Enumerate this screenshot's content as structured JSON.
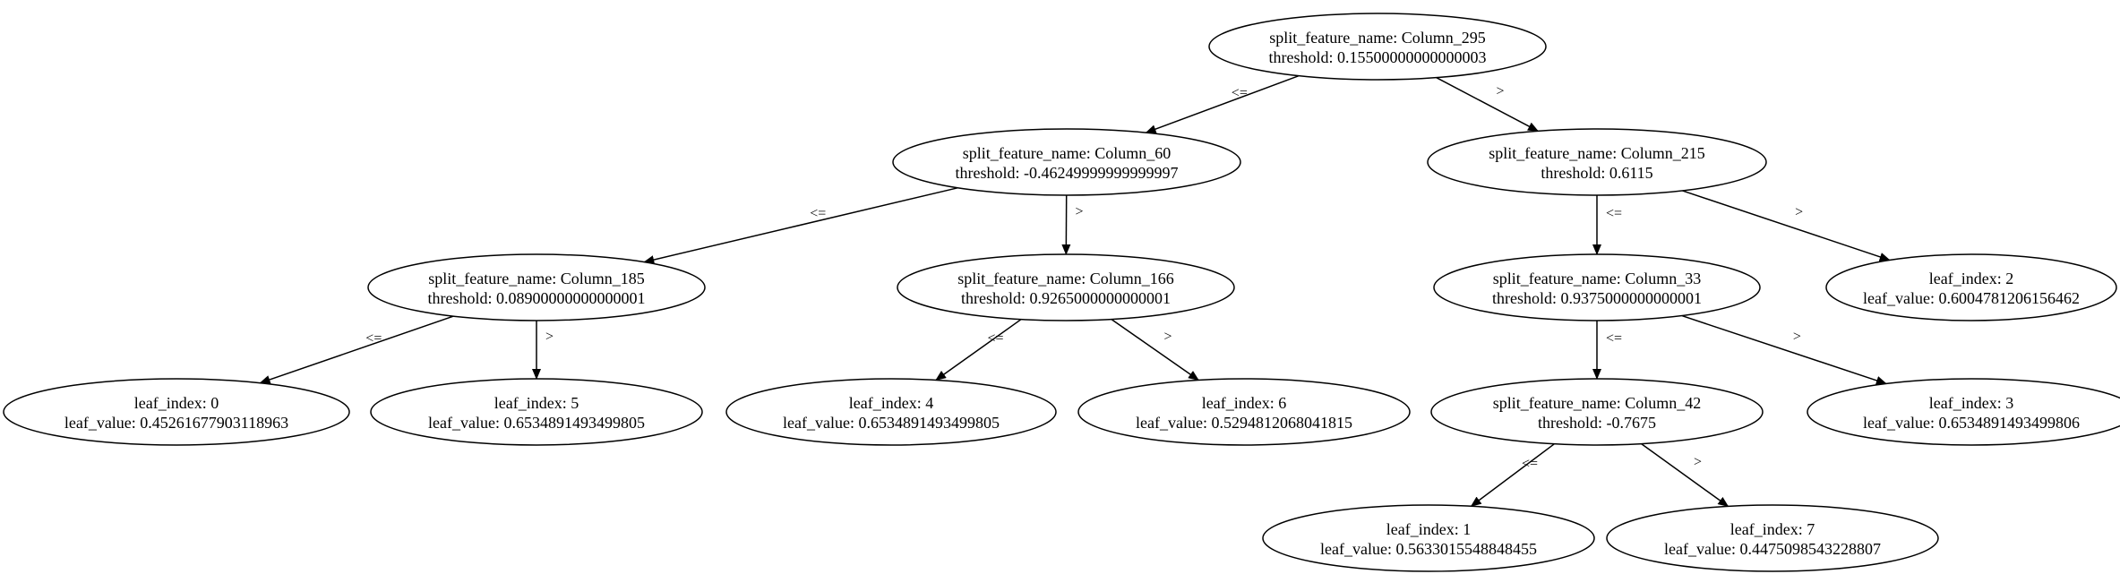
{
  "nodes": [
    {
      "id": "n295",
      "line1": "split_feature_name: Column_295",
      "line2": "threshold: 0.15500000000000003"
    },
    {
      "id": "n60",
      "line1": "split_feature_name: Column_60",
      "line2": "threshold: -0.46249999999999997"
    },
    {
      "id": "n215",
      "line1": "split_feature_name: Column_215",
      "line2": "threshold: 0.6115"
    },
    {
      "id": "n185",
      "line1": "split_feature_name: Column_185",
      "line2": "threshold: 0.08900000000000001"
    },
    {
      "id": "n166",
      "line1": "split_feature_name: Column_166",
      "line2": "threshold: 0.9265000000000001"
    },
    {
      "id": "n33",
      "line1": "split_feature_name: Column_33",
      "line2": "threshold: 0.9375000000000001"
    },
    {
      "id": "l2",
      "line1": "leaf_index: 2",
      "line2": "leaf_value: 0.6004781206156462"
    },
    {
      "id": "l0",
      "line1": "leaf_index: 0",
      "line2": "leaf_value: 0.45261677903118963"
    },
    {
      "id": "l5",
      "line1": "leaf_index: 5",
      "line2": "leaf_value: 0.6534891493499805"
    },
    {
      "id": "l4",
      "line1": "leaf_index: 4",
      "line2": "leaf_value: 0.6534891493499805"
    },
    {
      "id": "l6",
      "line1": "leaf_index: 6",
      "line2": "leaf_value: 0.5294812068041815"
    },
    {
      "id": "n42",
      "line1": "split_feature_name: Column_42",
      "line2": "threshold: -0.7675"
    },
    {
      "id": "l3",
      "line1": "leaf_index: 3",
      "line2": "leaf_value: 0.6534891493499806"
    },
    {
      "id": "l1",
      "line1": "leaf_index: 1",
      "line2": "leaf_value: 0.5633015548848455"
    },
    {
      "id": "l7",
      "line1": "leaf_index: 7",
      "line2": "leaf_value: 0.4475098543228807"
    }
  ],
  "edges": [
    {
      "from": "n295",
      "to": "n60",
      "label": "<="
    },
    {
      "from": "n295",
      "to": "n215",
      "label": ">"
    },
    {
      "from": "n60",
      "to": "n185",
      "label": "<="
    },
    {
      "from": "n60",
      "to": "n166",
      "label": ">"
    },
    {
      "from": "n215",
      "to": "n33",
      "label": "<="
    },
    {
      "from": "n215",
      "to": "l2",
      "label": ">"
    },
    {
      "from": "n185",
      "to": "l0",
      "label": "<="
    },
    {
      "from": "n185",
      "to": "l5",
      "label": ">"
    },
    {
      "from": "n166",
      "to": "l4",
      "label": "<="
    },
    {
      "from": "n166",
      "to": "l6",
      "label": ">"
    },
    {
      "from": "n33",
      "to": "n42",
      "label": "<="
    },
    {
      "from": "n33",
      "to": "l3",
      "label": ">"
    },
    {
      "from": "n42",
      "to": "l1",
      "label": "<="
    },
    {
      "from": "n42",
      "to": "l7",
      "label": ">"
    }
  ]
}
